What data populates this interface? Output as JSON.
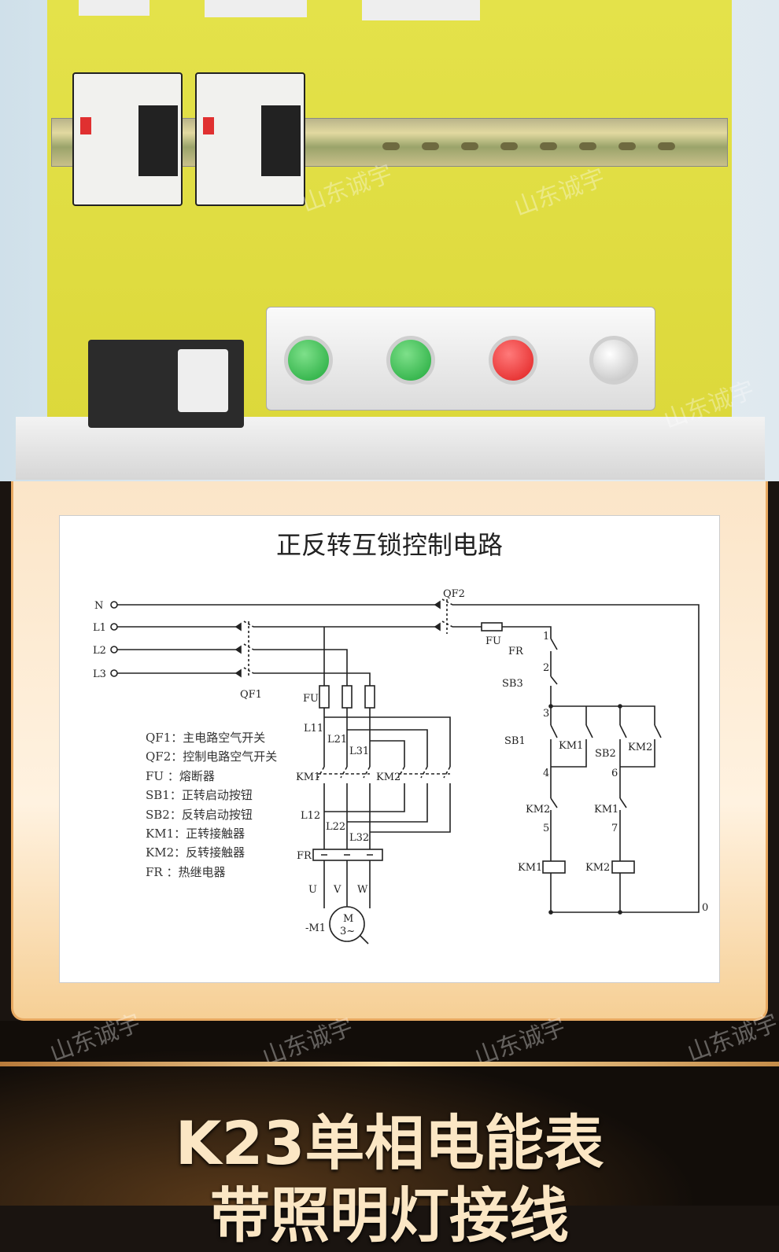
{
  "watermark": "山东诚宇",
  "diagram": {
    "title": "正反转互锁控制电路",
    "lines": [
      "N",
      "L1",
      "L2",
      "L3"
    ],
    "labels": {
      "qf1": "QF1",
      "qf2": "QF2",
      "fu_main": "FU",
      "fu_ctrl": "FU",
      "l11": "L11",
      "l21": "L21",
      "l31": "L31",
      "km1_main": "KM1",
      "km2_main": "KM2",
      "l12": "L12",
      "l22": "L22",
      "l32": "L32",
      "fr_main": "FR",
      "u": "U",
      "v": "V",
      "w": "W",
      "motor": "-M1",
      "motor_m": "M",
      "motor_3": "3~",
      "fr_ctrl": "FR",
      "sb3": "SB3",
      "sb1": "SB1",
      "km1_aux": "KM1",
      "sb2": "SB2",
      "km2_aux": "KM2",
      "km2_nc": "KM2",
      "km1_nc": "KM1",
      "km1_coil": "KM1",
      "km2_coil": "KM2",
      "n1": "1",
      "n2": "2",
      "n3": "3",
      "n4": "4",
      "n5": "5",
      "n6": "6",
      "n7": "7",
      "n0": "0"
    },
    "legend": [
      "QF1：主电路空气开关",
      "QF2：控制电路空气开关",
      "FU ：熔断器",
      "SB1：正转启动按钮",
      "SB2：反转启动按钮",
      "KM1：正转接触器",
      "KM2：反转接触器",
      "FR ：热继电器"
    ]
  },
  "banner": {
    "line1": "K23单相电能表",
    "line2": "带照明灯接线"
  },
  "colors": {
    "board": "#e0dd42",
    "frame": "#e8a961",
    "gold": "#f7d9a0",
    "button_green": "#1fa83a",
    "button_red": "#e01e1e"
  }
}
